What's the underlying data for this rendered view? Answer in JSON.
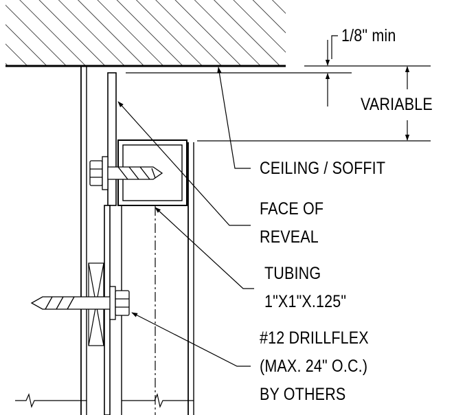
{
  "labels": {
    "clearance": "1/8\" min",
    "variable": "VARIABLE",
    "ceiling": "CEILING / SOFFIT",
    "reveal_line1": "FACE OF",
    "reveal_line2": "REVEAL",
    "tubing_line1": "TUBING",
    "tubing_line2": "1\"X1\"X.125\"",
    "fastener_line1": "#12 DRILLFLEX",
    "fastener_line2": "(MAX. 24\" O.C.)",
    "fastener_line3": "BY OTHERS"
  }
}
